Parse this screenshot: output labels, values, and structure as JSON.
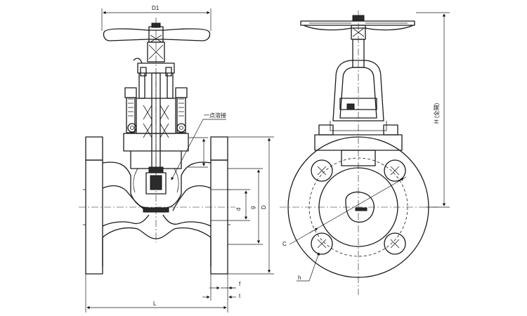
{
  "labels": {
    "D1": "D1",
    "H": "H (全開)",
    "spot_weld": "一点溶接",
    "d": "d",
    "g": "g",
    "D": "D",
    "C": "C",
    "h": "h",
    "f": "f",
    "t": "t",
    "L": "L"
  }
}
